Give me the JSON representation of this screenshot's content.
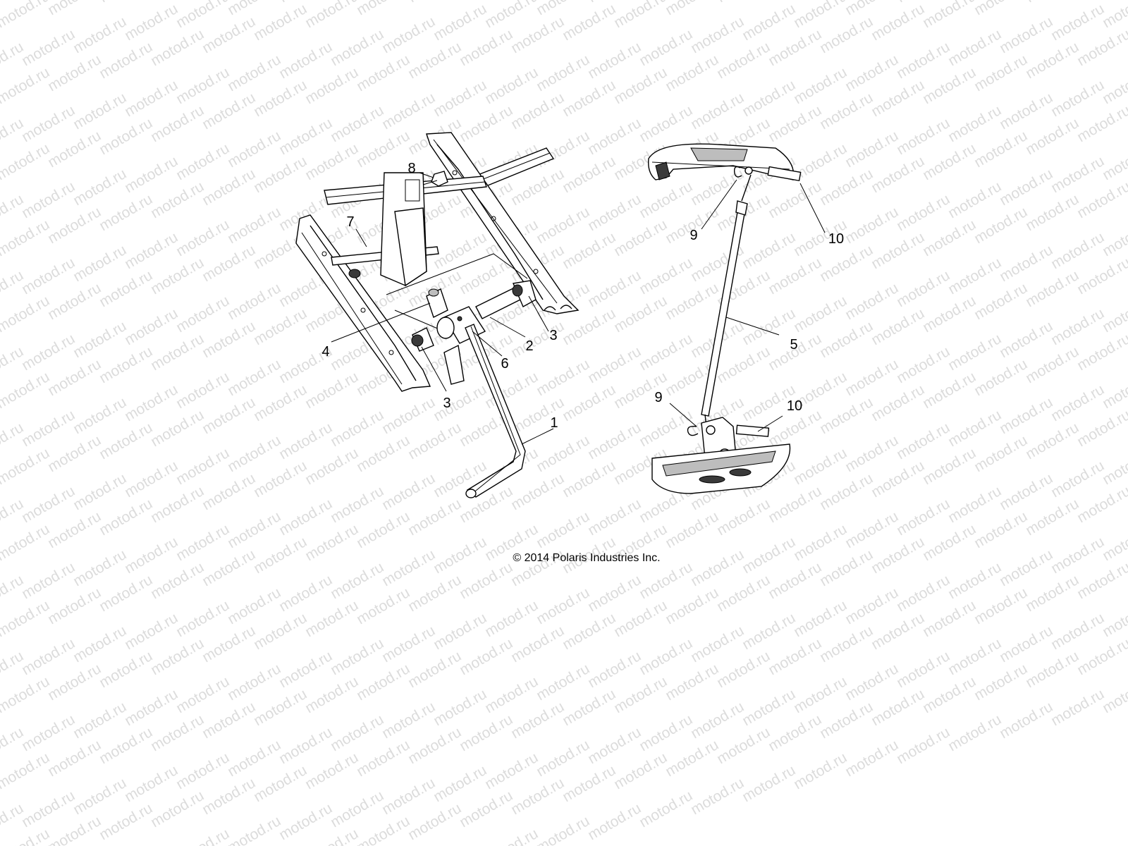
{
  "watermark": {
    "text": "motod.ru"
  },
  "copyright": "© 2014 Polaris Industries Inc.",
  "callouts": {
    "c1": "1",
    "c2": "2",
    "c3a": "3",
    "c3b": "3",
    "c4": "4",
    "c5": "5",
    "c6": "6",
    "c7": "7",
    "c8": "8",
    "c9a": "9",
    "c9b": "9",
    "c10a": "10",
    "c10b": "10"
  }
}
